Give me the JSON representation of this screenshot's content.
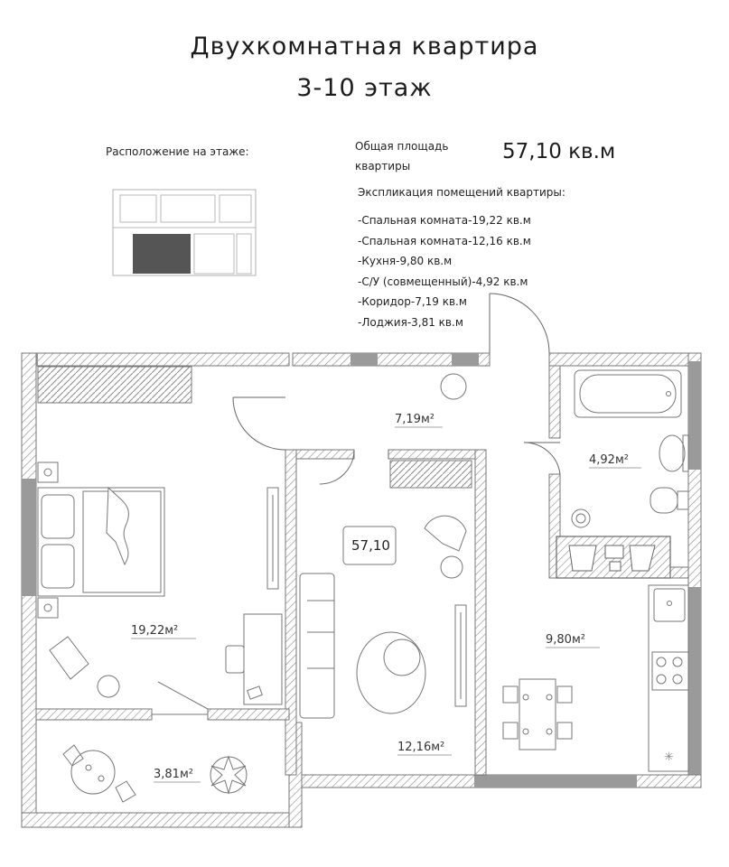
{
  "header": {
    "title_line1": "Двухкомнатная квартира",
    "title_line2": "3-10 этаж"
  },
  "location": {
    "label": "Расположение на этаже:"
  },
  "area": {
    "label_line1": "Общая площадь",
    "label_line2": "квартиры",
    "value": "57,10 кв.м"
  },
  "explication": {
    "heading": "Экспликация помещений квартиры:",
    "items": [
      "-Спальная комната-19,22 кв.м",
      "-Спальная комната-12,16 кв.м",
      "-Кухня-9,80 кв.м",
      "-С/У (совмещенный)-4,92 кв.м",
      "-Коридор-7,19 кв.м",
      "-Лоджия-3,81 кв.м"
    ]
  },
  "plan": {
    "total": "57,10",
    "rooms": [
      {
        "id": "corridor",
        "label": "7,19м²"
      },
      {
        "id": "bathroom",
        "label": "4,92м²"
      },
      {
        "id": "bedroom-large",
        "label": "19,22м²"
      },
      {
        "id": "kitchen",
        "label": "9,80м²"
      },
      {
        "id": "bedroom-small",
        "label": "12,16м²"
      },
      {
        "id": "loggia",
        "label": "3,81м²"
      }
    ],
    "wall_color": "#9a9a9a",
    "hatch_color": "#8a8a8a",
    "highlight_color": "#555555"
  }
}
